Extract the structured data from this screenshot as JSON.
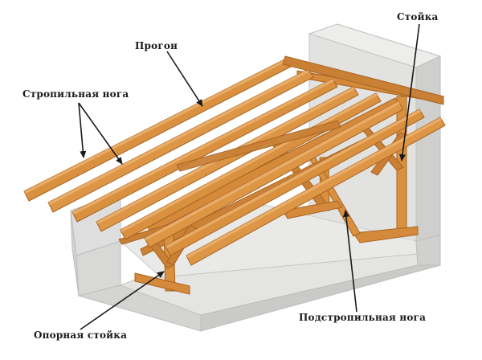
{
  "labels": {
    "progon": "Прогон",
    "stoika": "Стойка",
    "stropilnaya_noga": "Стропильная нога",
    "opornaya_stoika": "Опорная стойка",
    "podstropilnaya_noga": "Подстропильная нога"
  },
  "colors": {
    "wood": "#d9913f",
    "wood_dark": "#b46a24",
    "wood_light": "#eab06a",
    "wall_face": "#e2e2e0",
    "wall_top": "#ededeb",
    "wall_side": "#cfcfcd",
    "floor": "#e9e9e7",
    "arrow": "#1a1a1a"
  }
}
